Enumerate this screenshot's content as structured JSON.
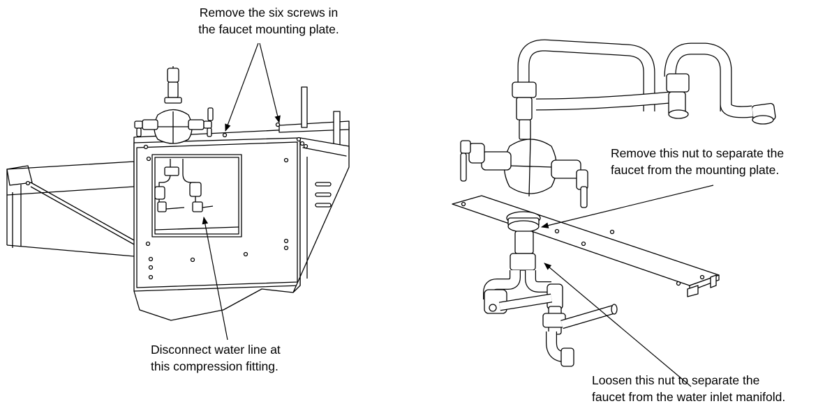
{
  "callouts": {
    "screws": {
      "line1": "Remove the six screws in",
      "line2": "the faucet mounting plate."
    },
    "water_line": {
      "line1": "Disconnect water line at",
      "line2": "this compression fitting."
    },
    "nut_plate": {
      "line1": "Remove this nut to separate the",
      "line2": "faucet from the mounting plate."
    },
    "nut_manifold": {
      "line1": "Loosen this nut to separate the",
      "line2": "faucet from the water inlet manifold."
    }
  },
  "colors": {
    "line": "#000000",
    "background": "#ffffff",
    "fill": "#ffffff"
  }
}
